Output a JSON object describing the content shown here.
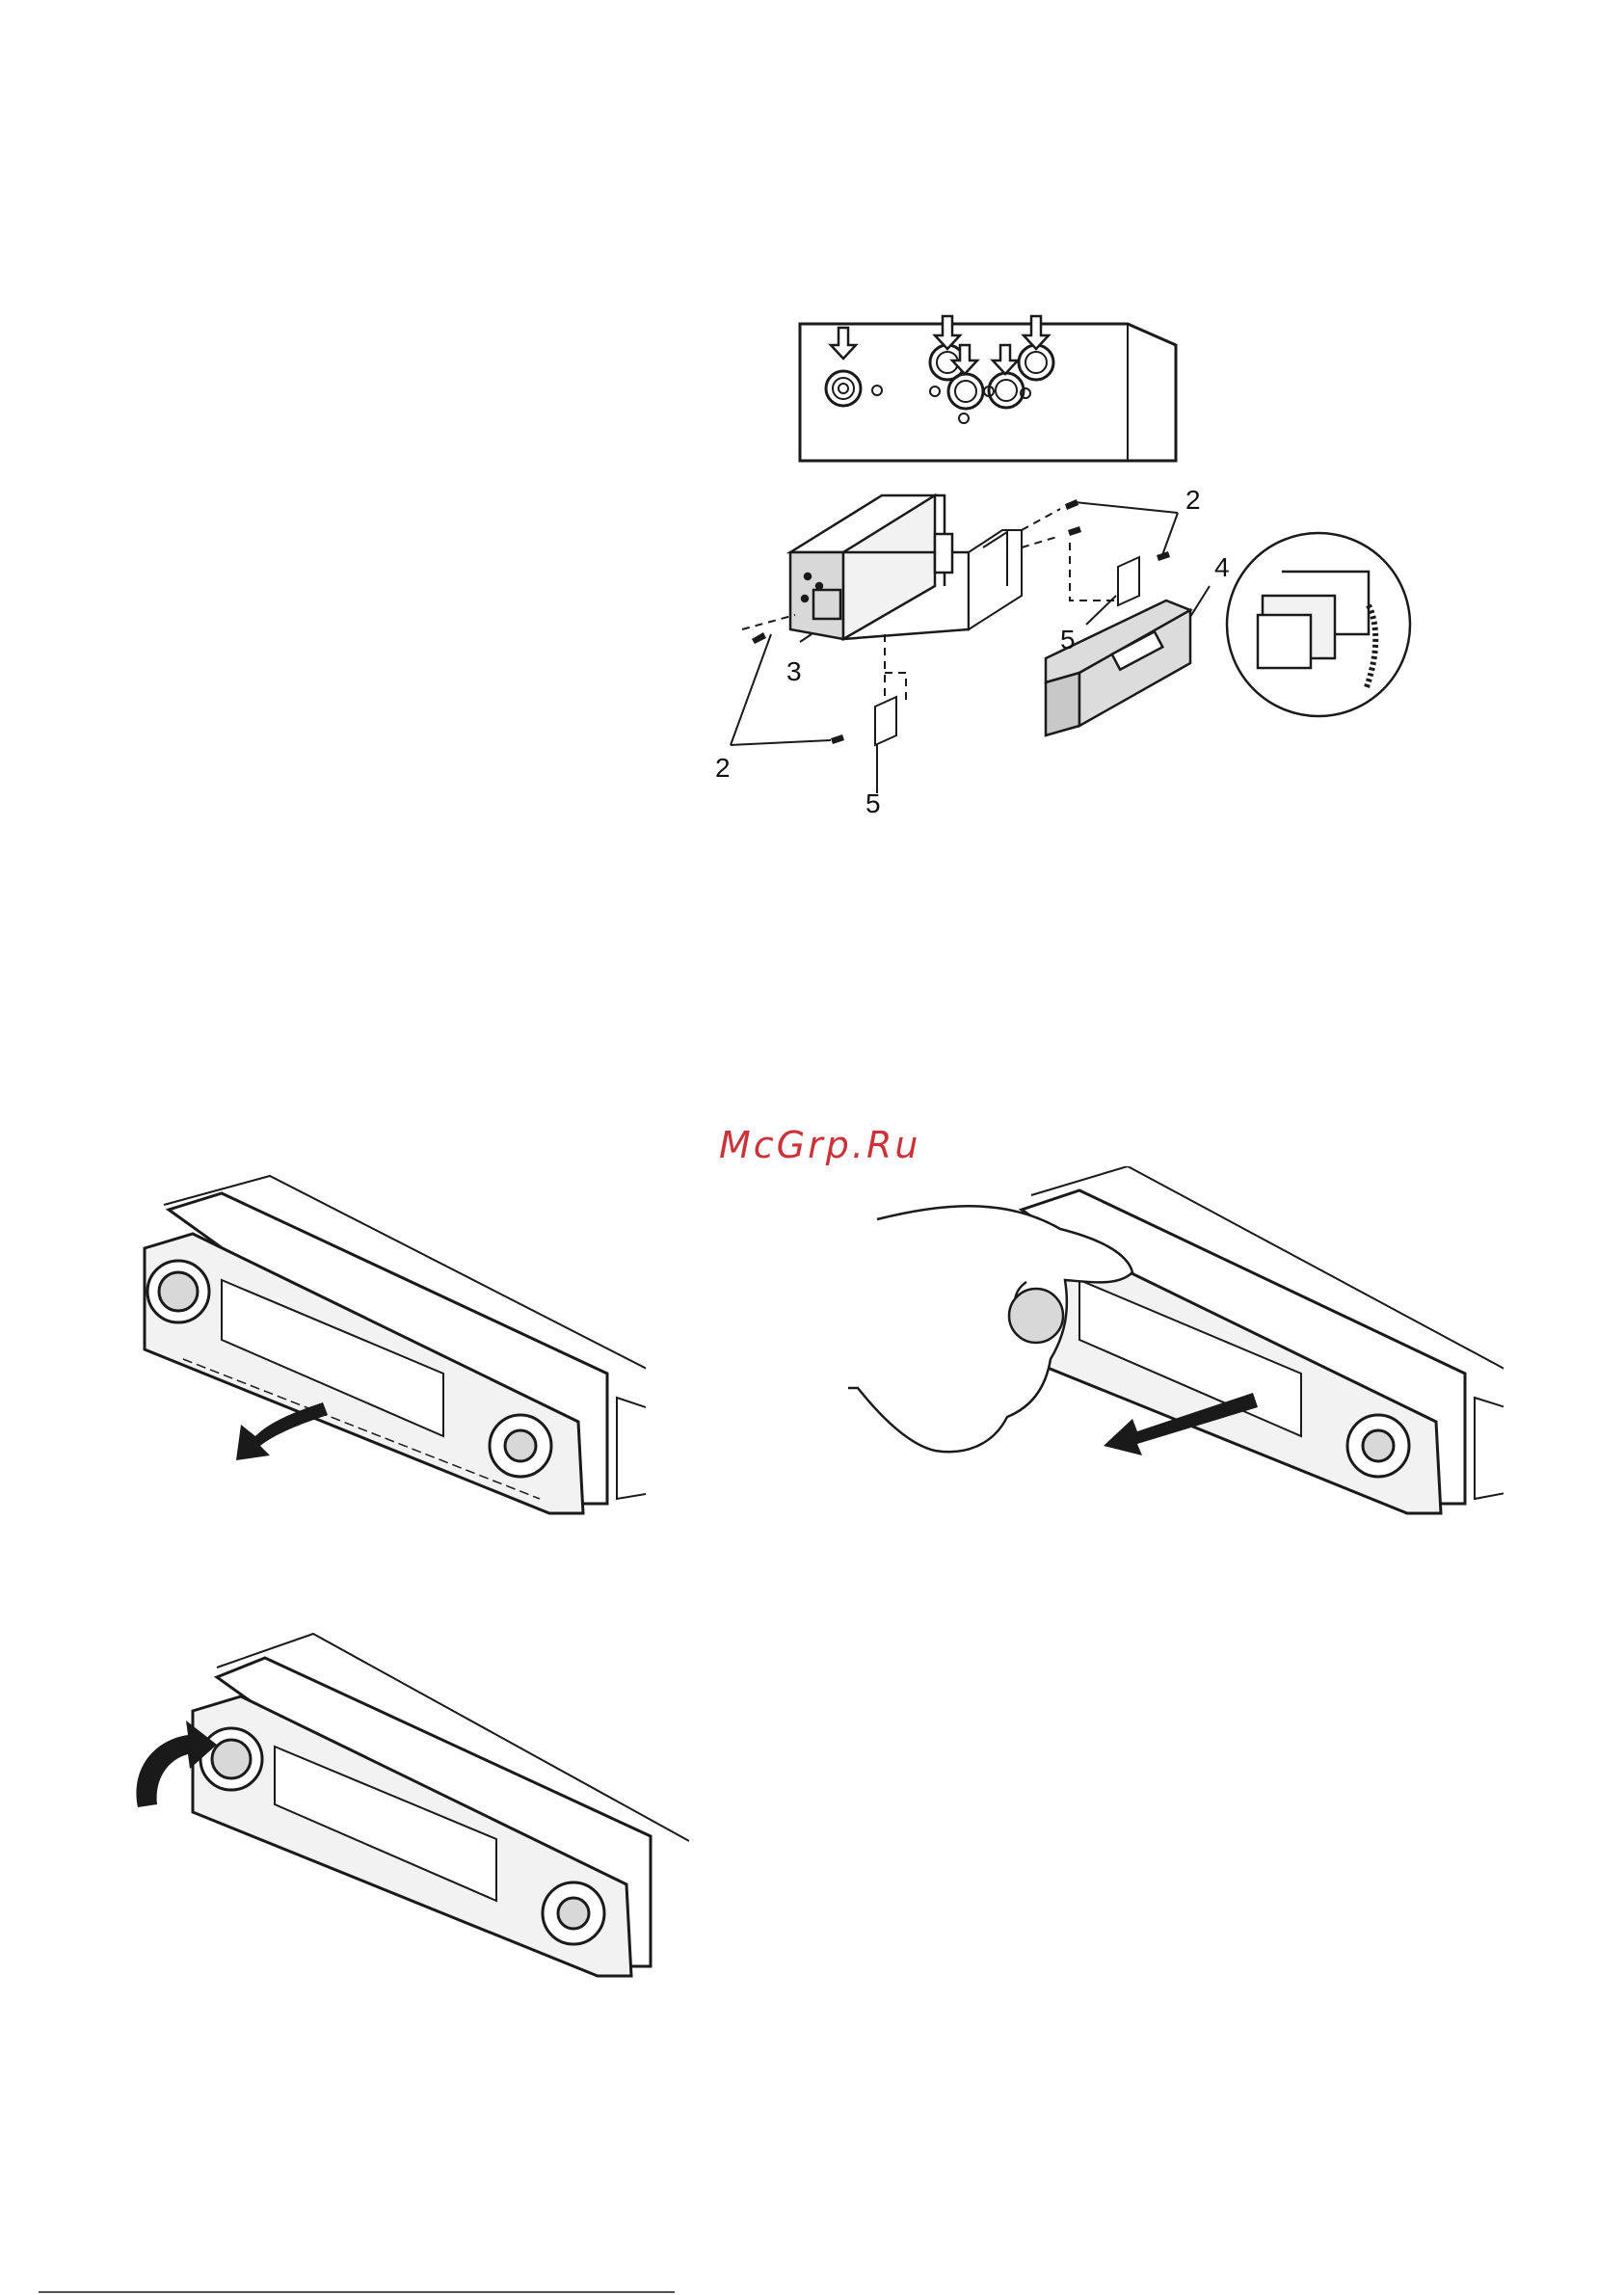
{
  "watermark": {
    "text": "McGrp.Ru",
    "color": "#c9343a"
  },
  "install_figure": {
    "callouts": [
      "2",
      "2",
      "3",
      "4",
      "5",
      "5"
    ],
    "arrow_icon": "down-arrow-icon"
  },
  "faceplate_figures": {
    "count": 3,
    "actions": [
      "tilt-down-arrow-icon",
      "pull-out-arrow-icon",
      "rotate-arrow-icon"
    ]
  },
  "colors": {
    "line": "#1a1a1a",
    "fill_light": "#f2f2f2",
    "fill_mid": "#d8d8d8",
    "background": "#ffffff"
  }
}
